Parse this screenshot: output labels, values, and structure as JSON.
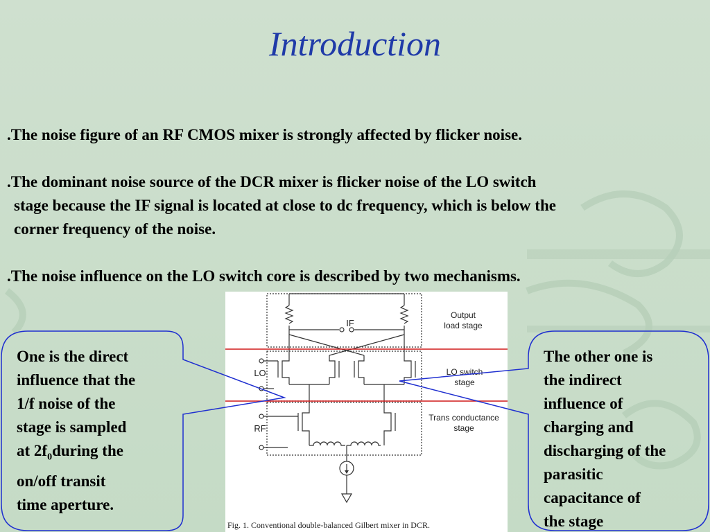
{
  "title": "Introduction",
  "bullets": [
    {
      "lines": [
        ".The noise figure of an RF CMOS mixer is strongly affected by flicker noise."
      ]
    },
    {
      "lines": [
        ".The dominant noise source of the DCR mixer is flicker noise of the LO switch",
        "stage because the IF signal is located at close to dc frequency, which is below the",
        "corner frequency of the noise."
      ]
    },
    {
      "lines": [
        ".The noise influence on the LO switch core is described by two mechanisms."
      ]
    }
  ],
  "figure": {
    "labels": {
      "output_load": [
        "Output",
        "load stage"
      ],
      "if": "IF",
      "lo": "LO",
      "lo_switch": [
        "LO switch",
        "stage"
      ],
      "rf": "RF",
      "trans_conductance": [
        "Trans conductance",
        "stage"
      ]
    },
    "caption": "Fig. 1.   Conventional double-balanced Gilbert mixer in DCR."
  },
  "callout_left": {
    "lines": [
      "One is the direct",
      "influence that the",
      "1/f noise of the",
      "stage is sampled"
    ],
    "line5_pre": "at 2f",
    "line5_sub": "0",
    "line5_post": "during the",
    "lines_after": [
      "on/off transit",
      "time aperture."
    ]
  },
  "callout_right": {
    "lines": [
      "The other one is",
      "the indirect",
      "influence of",
      "charging and",
      "discharging of the",
      "parasitic",
      "capacitance of",
      "the stage"
    ]
  },
  "colors": {
    "title": "#1f3aa8",
    "callout_border": "#1f2fd0",
    "highlight_box": "#d01818",
    "background": "#c9ddc9"
  }
}
